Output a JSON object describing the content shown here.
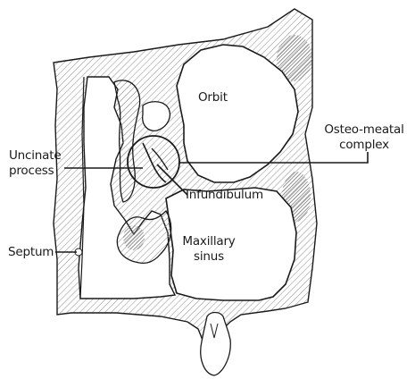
{
  "labels": {
    "orbit": "Orbit",
    "omc_line1": "Osteo-meatal",
    "omc_line2": "complex",
    "uncinate_line1": "Uncinate",
    "uncinate_line2": "process",
    "infundibulum": "Infundibulum",
    "septum": "Septum",
    "maxillary_line1": "Maxillary",
    "maxillary_line2": "sinus"
  },
  "colors": {
    "ink": "#1a1a1a",
    "bone_hatch": "#8c8c8c",
    "dark_shading": "#7a7a7a"
  }
}
